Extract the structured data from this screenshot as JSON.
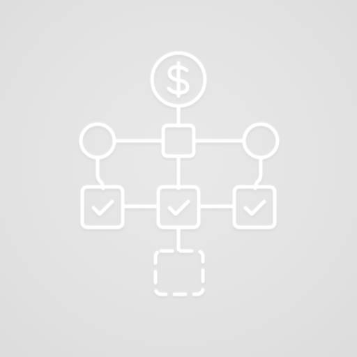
{
  "icon": {
    "name": "payment-workflow-icon",
    "style": "embossed-white-outline"
  },
  "colors": {
    "background": "#e4e4e4",
    "stroke": "#ffffff",
    "shadow": "#c8c8c8"
  },
  "nodes": {
    "root": {
      "icon": "dollar-icon",
      "glyph": "$"
    },
    "decision": {
      "icon": "square-node"
    },
    "branches": [
      {
        "icon": "circle-node"
      },
      {
        "icon": "circle-node"
      }
    ],
    "tasks": [
      {
        "icon": "checkmark-icon",
        "state": "checked"
      },
      {
        "icon": "checkmark-icon",
        "state": "checked"
      },
      {
        "icon": "checkmark-icon",
        "state": "checked"
      }
    ],
    "pending": {
      "icon": "dashed-square-node",
      "state": "pending"
    }
  }
}
